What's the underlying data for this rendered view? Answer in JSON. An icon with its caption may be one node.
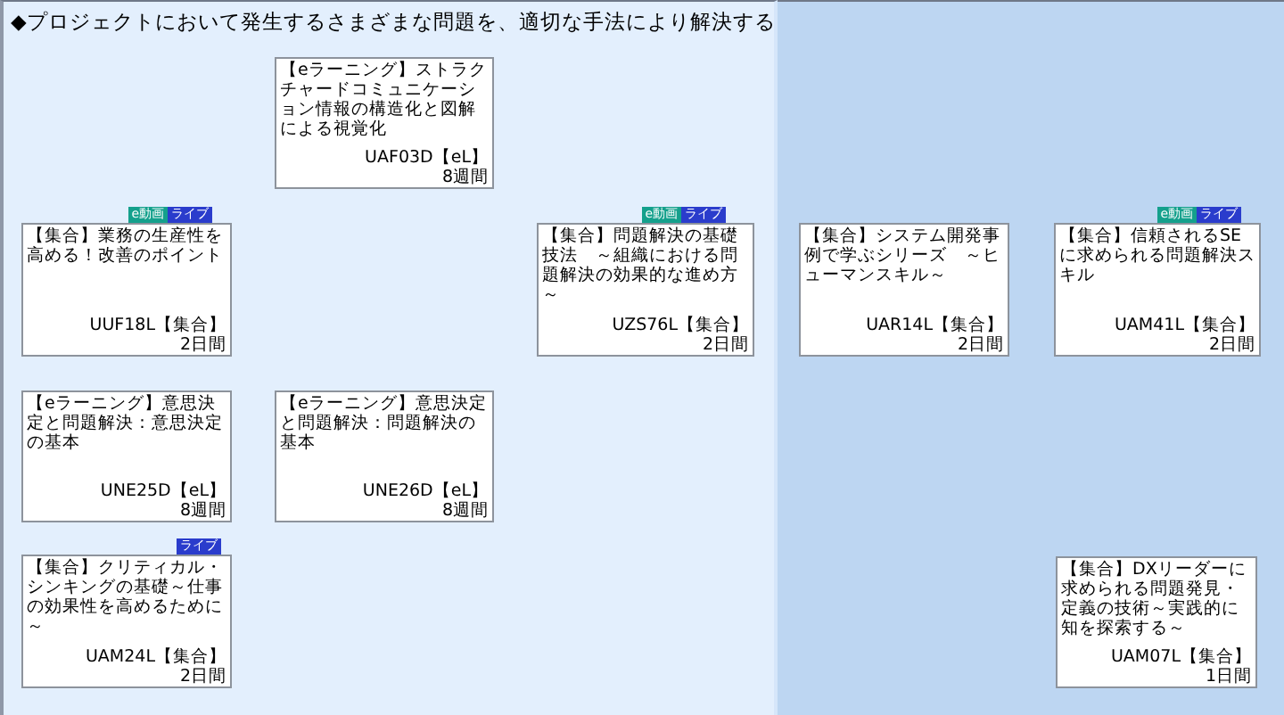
{
  "diagram": {
    "title": "◆プロジェクトにおいて発生するさまざまな問題を、適切な手法により解決する",
    "nodes": [
      {
        "text": [
          "【eラーニング】ストラクチャードコミュニケーション情報の構造化と図解による視覚化",
          "UAF03D【eL】",
          "8週間"
        ]
      },
      {
        "text": [
          "【集合】業務の生産性を高める！改善のポイント",
          "UUF18L【集合】",
          "2日間"
        ],
        "beside": [
          "e動画",
          "ライブ"
        ]
      },
      {
        "text": [
          "【集合】問題解決の基礎技法　～組織における問題解決の効果的な進め方～",
          "UZS76L【集合】",
          "2日間"
        ],
        "beside": [
          "e動画",
          "ライブ"
        ]
      },
      {
        "text": [
          "【集合】システム開発事例で学ぶシリーズ　～ヒューマンスキル～",
          "UAR14L【集合】",
          "2日間"
        ]
      },
      {
        "text": [
          "【集合】信頼されるSEに求められる問題解決スキル",
          "UAM41L【集合】",
          "2日間"
        ],
        "beside": [
          "e動画",
          "ライブ"
        ]
      },
      {
        "text": [
          "【eラーニング】意思決定と問題解決：意思決定の基本",
          "UNE25D【eL】",
          "8週間"
        ]
      },
      {
        "text": [
          "【eラーニング】意思決定と問題解決：問題解決の基本",
          "UNE26D【eL】",
          "8週間"
        ]
      },
      {
        "text": [
          "【集合】クリティカル・シンキングの基礎～仕事の効果性を高めるために～",
          "UAM24L【集合】",
          "2日間"
        ],
        "beside": [
          "ライブ"
        ]
      },
      {
        "text": [
          "【集合】DXリーダーに求められる問題発見・定義の技術～実践的に知を探索する～",
          "UAM07L【集合】",
          "1日間"
        ]
      }
    ]
  }
}
